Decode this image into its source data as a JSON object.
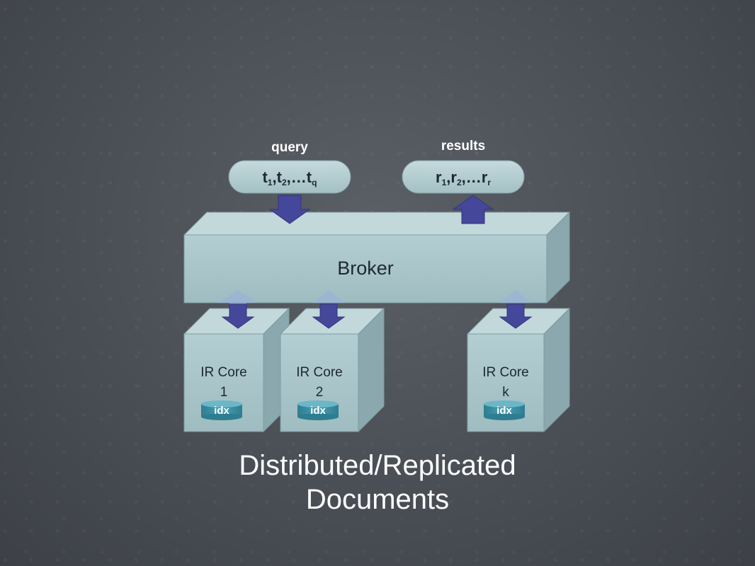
{
  "diagram": {
    "query": {
      "label": "query",
      "terms": [
        {
          "base": "t",
          "sub": "1"
        },
        {
          "base": "t",
          "sub": "2"
        },
        {
          "base": "…t",
          "sub": "q"
        }
      ]
    },
    "results": {
      "label": "results",
      "terms": [
        {
          "base": "r",
          "sub": "1"
        },
        {
          "base": "r",
          "sub": "2"
        },
        {
          "base": "…r",
          "sub": "r"
        }
      ]
    },
    "broker": {
      "label": "Broker"
    },
    "cores": [
      {
        "line1": "IR Core",
        "line2": "1",
        "index": "idx"
      },
      {
        "line1": "IR Core",
        "line2": "2",
        "index": "idx"
      },
      {
        "line1": "IR Core",
        "line2": "k",
        "index": "idx"
      }
    ],
    "caption": {
      "line1": "Distributed/Replicated",
      "line2": "Documents"
    }
  },
  "colors": {
    "box_front": "#a9c5c9",
    "box_side": "#8aa8ad",
    "box_top": "#c3d8db",
    "arrow_down": "#45479a",
    "arrow_up_top": "#8aa6c4",
    "index_cylinder": "#3f8fa2"
  }
}
